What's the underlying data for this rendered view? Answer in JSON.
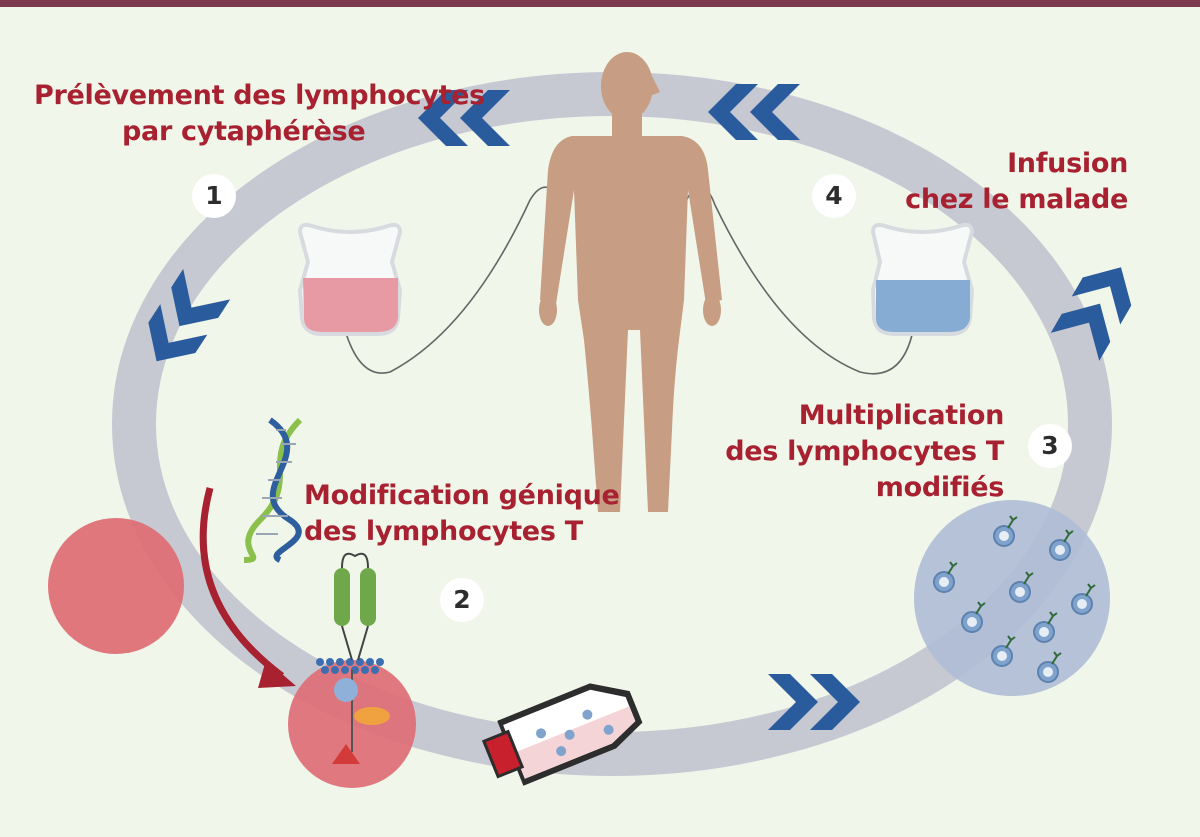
{
  "steps": [
    {
      "number": "1",
      "line1": "Prélèvement des lymphocytes",
      "line2": "par cytaphérèse"
    },
    {
      "number": "2",
      "line1": "Modification génique",
      "line2": "des lymphocytes T"
    },
    {
      "number": "3",
      "line1": "Multiplication",
      "line2": "des lymphocytes T",
      "line3": "modifiés"
    },
    {
      "number": "4",
      "line1": "Infusion",
      "line2": "chez le malade"
    }
  ],
  "colors": {
    "background": "#f1f6ea",
    "top_rule": "#7d3a4e",
    "cycle_track": "#c6c9d2",
    "arrows": "#2a5b9c",
    "label_text": "#a82130",
    "body": "#c79e84",
    "bag_red": "#e89aa4",
    "bag_blue": "#86acd4",
    "cell_red": "#de6b73",
    "culture_sphere": "#aebcd6"
  },
  "icons": [
    "human-body-icon",
    "blood-bag-icon",
    "dna-helix-icon",
    "car-receptor-icon",
    "culture-flask-icon",
    "cell-icon",
    "chevron-arrow-icon"
  ]
}
